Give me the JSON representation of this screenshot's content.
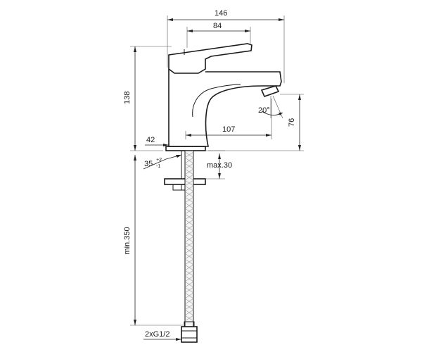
{
  "diagram": {
    "dimensions": {
      "overall_width": "146",
      "handle_width": "84",
      "height": "138",
      "spout_reach": "107",
      "base_offset": "42",
      "spout_height": "76",
      "spout_angle": "20°",
      "hole_diameter": "35",
      "hole_tol_upper": "+2",
      "hole_tol_lower": "-1",
      "max_thickness": "max.30",
      "hose_length": "min.350",
      "connection": "2xG1/2"
    },
    "colors": {
      "line": "#1a1a1a",
      "background": "#ffffff"
    }
  }
}
